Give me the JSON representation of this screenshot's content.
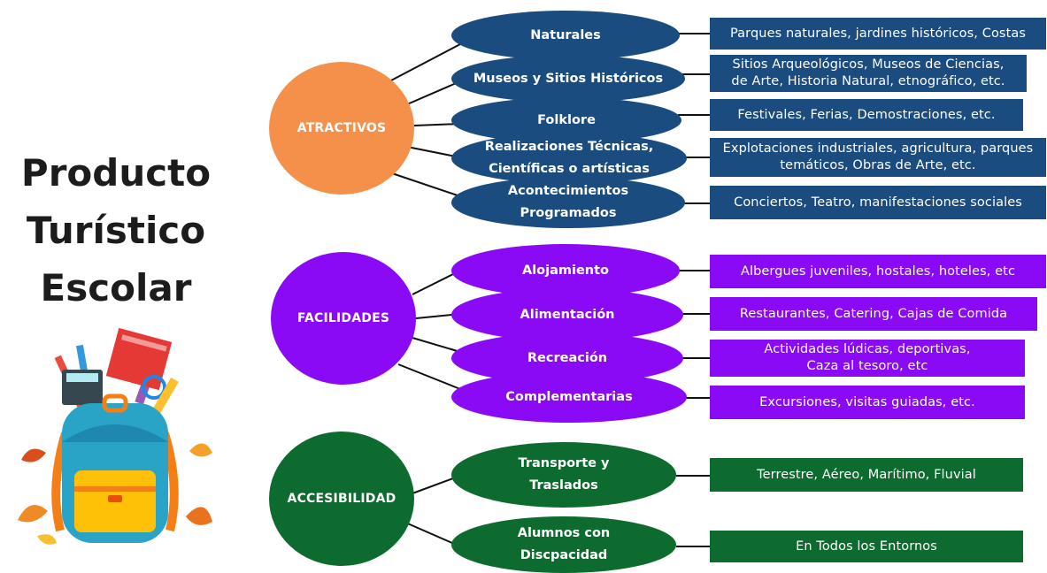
{
  "title": {
    "line1": "Producto",
    "line2": "Turístico",
    "line3": "Escolar"
  },
  "colors": {
    "atractivos_circle": "#f5904b",
    "atractivos_branch": "#1a4c80",
    "facilidades": "#8a0af6",
    "accesibilidad": "#0e6b2f",
    "connector": "#111111"
  },
  "illustration": "school-backpack-with-supplies",
  "categories": [
    {
      "label": "ATRACTIVOS",
      "items": [
        {
          "line1": "Naturales",
          "line2": "",
          "detail1": "Parques naturales, jardines históricos, Costas",
          "detail2": ""
        },
        {
          "line1": "Museos y Sitios Históricos",
          "line2": "",
          "detail1": "Sitios Arqueológicos, Museos de Ciencias,",
          "detail2": "de Arte, Historia Natural, etnográfico, etc."
        },
        {
          "line1": "Folklore",
          "line2": "",
          "detail1": "Festivales, Ferias, Demostraciones, etc.",
          "detail2": ""
        },
        {
          "line1": "Realizaciones Técnicas,",
          "line2": "Científicas o artísticas",
          "detail1": "Explotaciones industriales, agricultura, parques",
          "detail2": "temáticos, Obras de Arte, etc."
        },
        {
          "line1": "Acontecimientos",
          "line2": "Programados",
          "detail1": "Conciertos, Teatro, manifestaciones sociales",
          "detail2": ""
        }
      ]
    },
    {
      "label": "FACILIDADES",
      "items": [
        {
          "line1": "Alojamiento",
          "line2": "",
          "detail1": "Albergues juveniles, hostales, hoteles, etc",
          "detail2": ""
        },
        {
          "line1": "Alimentación",
          "line2": "",
          "detail1": "Restaurantes, Catering, Cajas de Comida",
          "detail2": ""
        },
        {
          "line1": "Recreación",
          "line2": "",
          "detail1": "Actividades lúdicas, deportivas,",
          "detail2": "Caza al tesoro, etc"
        },
        {
          "line1": "Complementarias",
          "line2": "",
          "detail1": "Excursiones, visitas guiadas, etc.",
          "detail2": ""
        }
      ]
    },
    {
      "label": "ACCESIBILIDAD",
      "items": [
        {
          "line1": "Transporte y",
          "line2": "Traslados",
          "detail1": "Terrestre, Aéreo, Marítimo, Fluvial",
          "detail2": ""
        },
        {
          "line1": "Alumnos con",
          "line2": "Discpacidad",
          "detail1": "En Todos los Entornos",
          "detail2": ""
        }
      ]
    }
  ]
}
